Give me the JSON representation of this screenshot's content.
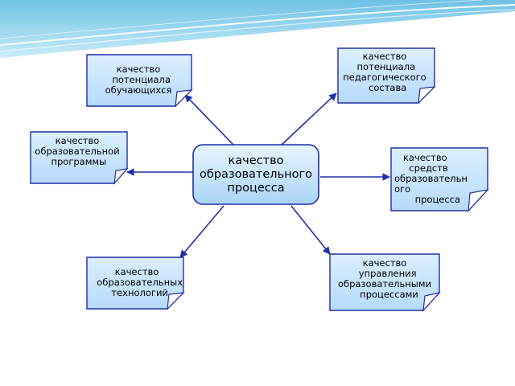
{
  "center": {
    "label": "качество\nобразовательного\nпроцесса"
  },
  "notes": [
    {
      "id": "learners",
      "label": "качество\n  потенциала\nобучающихся"
    },
    {
      "id": "teachers",
      "label": "качество\n потенциала\nпедагогического\n  состава"
    },
    {
      "id": "program",
      "label": "качество\nобразовательной\n программы"
    },
    {
      "id": "means",
      "label": "   качество\n     средств\nобразовательн\nого\n       процесса"
    },
    {
      "id": "technologies",
      "label": "качество\n  образовательных\n  технологий"
    },
    {
      "id": "management",
      "label": "качество\n  управления\nобразовательными\n   процессами"
    }
  ],
  "colors": {
    "note_fill": "#c9e4ff",
    "note_border": "#1f2fa8",
    "connector": "#1f2fa8",
    "center_fill": "#cfe8ff",
    "banner": "#8fd0ec"
  }
}
